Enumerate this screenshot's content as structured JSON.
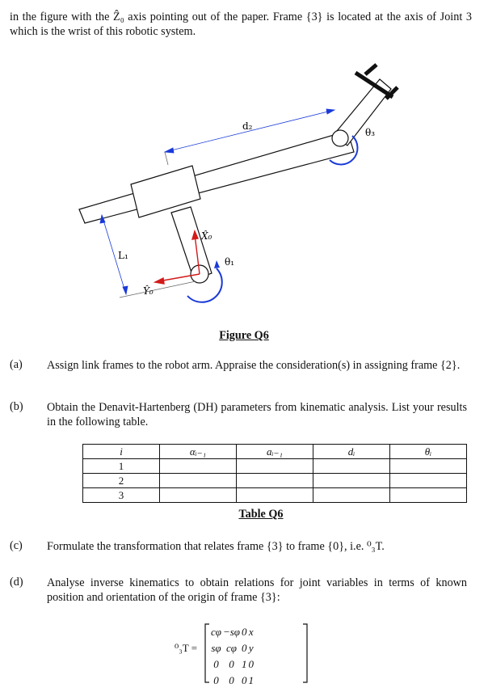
{
  "intro": "in the figure with the Ẑ₀ axis pointing out of the paper. Frame {3} is located at the axis of Joint 3 which is the wrist of this robotic system.",
  "figure": {
    "labels": {
      "d2": "d₂",
      "theta3": "θ₃",
      "X0": "X̂₀",
      "theta1": "θ₁",
      "L1": "L₁",
      "Y0": "Ŷ₀"
    },
    "caption": "Figure Q6"
  },
  "questions": [
    {
      "label": "(a)",
      "text": "Assign link frames to the robot arm. Appraise the consideration(s) in assigning frame {2}."
    },
    {
      "label": "(b)",
      "text": "Obtain the Denavit-Hartenberg (DH) parameters from kinematic analysis. List your results in the following table."
    },
    {
      "label": "(c)",
      "text": "Formulate the transformation that relates frame {3} to frame {0}, i.e. ⁰₃T."
    },
    {
      "label": "(d)",
      "text": "Analyse inverse kinematics to obtain relations for joint variables in terms of known position and orientation of the origin of frame {3}:"
    }
  ],
  "table": {
    "headers": [
      "i",
      "αᵢ₋₁",
      "aᵢ₋₁",
      "dᵢ",
      "θᵢ"
    ],
    "rows": [
      [
        "1",
        "",
        "",
        "",
        ""
      ],
      [
        "2",
        "",
        "",
        "",
        ""
      ],
      [
        "3",
        "",
        "",
        "",
        ""
      ]
    ],
    "caption": "Table Q6"
  },
  "matrix": {
    "lhs": "⁰₃T =",
    "rows": [
      [
        "cφ",
        "−sφ",
        "0",
        "x"
      ],
      [
        "sφ",
        "cφ",
        "0",
        "y"
      ],
      [
        "0",
        "0",
        "1",
        "0"
      ],
      [
        "0",
        "0",
        "0",
        "1"
      ]
    ]
  }
}
